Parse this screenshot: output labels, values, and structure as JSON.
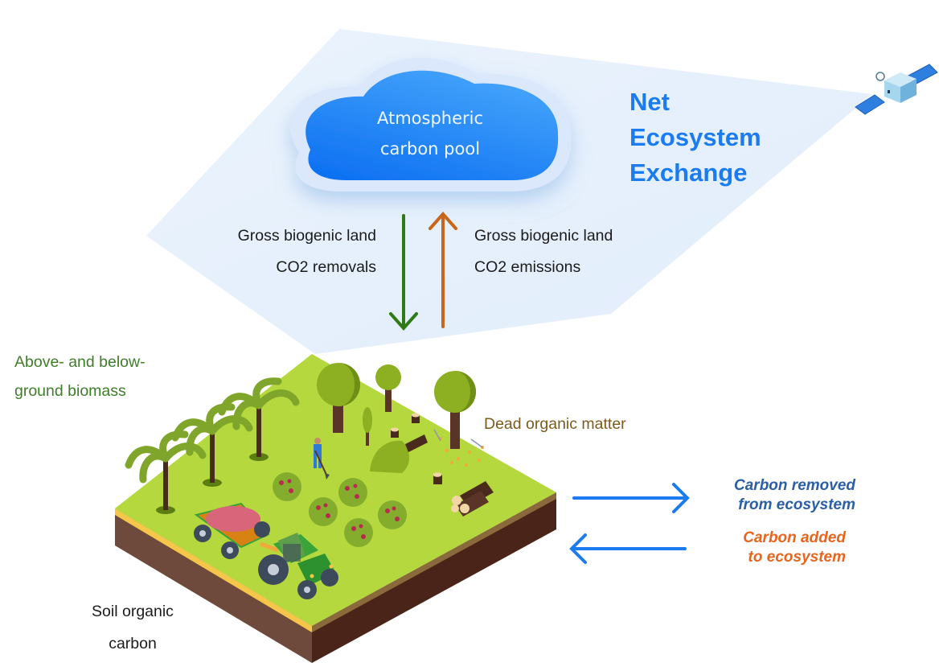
{
  "diagram": {
    "cloud": {
      "label_line1": "Atmospheric",
      "label_line2": "carbon pool",
      "color": "#2589f7"
    },
    "net_ecosystem_exchange": {
      "line1": "Net",
      "line2": "Ecosystem",
      "line3": "Exchange",
      "color": "#1a7cf0"
    },
    "flux_removals": {
      "line1": "Gross biogenic land",
      "line2": "CO2 removals",
      "arrow_direction": "down",
      "arrow_color": "#2f7a12"
    },
    "flux_emissions": {
      "line1": "Gross biogenic land",
      "line2": "CO2 emissions",
      "arrow_direction": "up",
      "arrow_color": "#c8661a"
    },
    "pools": {
      "biomass": {
        "line1": "Above- and below-",
        "line2": "ground biomass",
        "color": "#3f7d2a"
      },
      "dead_organic_matter": {
        "label": "Dead organic matter",
        "color": "#7d5a1c"
      },
      "soil_organic_carbon": {
        "line1": "Soil organic",
        "line2": "carbon",
        "color": "#1b1b1b"
      }
    },
    "legend": {
      "removed": {
        "line1": "Carbon removed",
        "line2": "from ecosystem",
        "arrow_direction": "right",
        "color": "#2a5fa8"
      },
      "added": {
        "line1": "Carbon added",
        "line2": "to ecosystem",
        "arrow_direction": "left",
        "color": "#e8651d"
      },
      "arrow_color": "#1a7cf0"
    },
    "icons": [
      "satellite-icon",
      "cloud-icon",
      "palm-tree-icon",
      "tree-icon",
      "farmer-icon",
      "tractor-icon",
      "trailer-icon",
      "bush-icon",
      "tree-stump-icon",
      "log-pile-icon",
      "fallen-log-icon",
      "leaf-litter-icon"
    ]
  }
}
